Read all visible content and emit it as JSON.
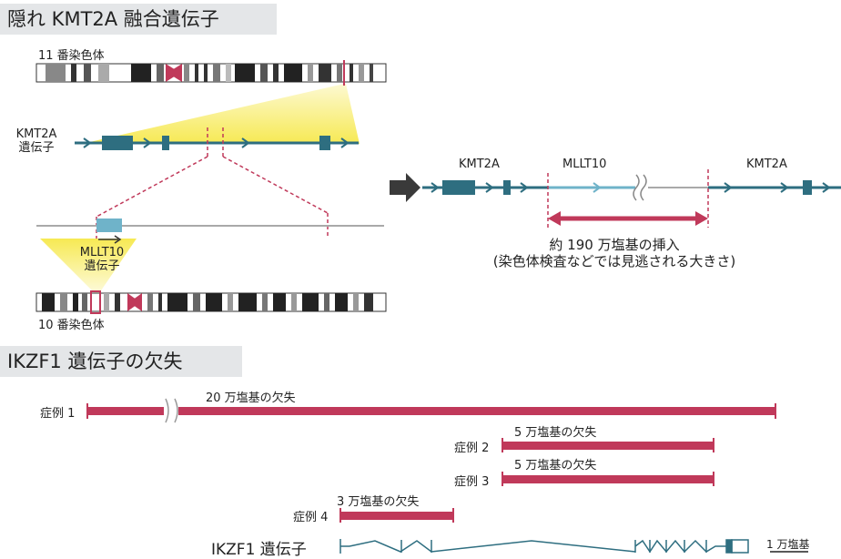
{
  "top": {
    "title": "隠れ KMT2A 融合遺伝子",
    "chr11_label": "11 番染色体",
    "kmt2a_gene_label_line1": "KMT2A",
    "kmt2a_gene_label_line2": "遺伝子",
    "mllt10_gene_label_line1": "MLLT10",
    "mllt10_gene_label_line2": "遺伝子",
    "chr10_label": "10 番染色体",
    "fusion_kmt2a_left": "KMT2A",
    "fusion_mllt10": "MLLT10",
    "fusion_kmt2a_right": "KMT2A",
    "insertion_line1": "約 190 万塩基の挿入",
    "insertion_line2": "(染色体検査などでは見逃される大きさ)"
  },
  "bottom": {
    "title": "IKZF1 遺伝子の欠失",
    "cases": [
      {
        "label": "症例 1",
        "deletion": "20 万塩基の欠失"
      },
      {
        "label": "症例 2",
        "deletion": "5 万塩基の欠失"
      },
      {
        "label": "症例 3",
        "deletion": "5 万塩基の欠失"
      },
      {
        "label": "症例 4",
        "deletion": "3 万塩基の欠失"
      }
    ],
    "gene_label": "IKZF1 遺伝子",
    "scale_label": "1 万塩基"
  },
  "colors": {
    "teal": "#2e6e80",
    "light_teal": "#6fb3c9",
    "crimson": "#c0395a",
    "yellow": "#f6e84a",
    "gray_line": "#a9a9a9"
  }
}
